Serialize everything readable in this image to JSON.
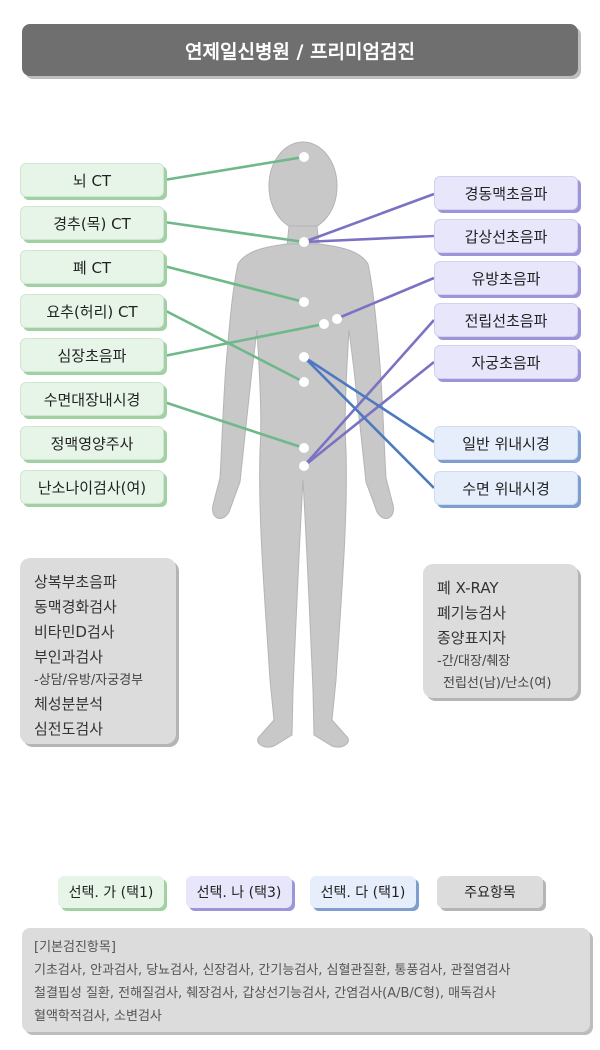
{
  "title": "연제일신병원 / 프리미엄검진",
  "choice_a": [
    "뇌 CT",
    "경추(목) CT",
    "폐 CT",
    "요추(허리) CT",
    "심장초음파",
    "수면대장내시경",
    "정맥영양주사",
    "난소나이검사(여)"
  ],
  "choice_b": [
    "경동맥초음파",
    "갑상선초음파",
    "유방초음파",
    "전립선초음파",
    "자궁초음파"
  ],
  "choice_c": [
    "일반 위내시경",
    "수면 위내시경"
  ],
  "main_items_left": {
    "lines": [
      "상복부초음파",
      "동맥경화검사",
      "비타민D검사",
      "부인과검사"
    ],
    "sub": "-상담/유방/자궁경부",
    "lines2": [
      "체성분분석",
      "심전도검사"
    ]
  },
  "main_items_right": {
    "lines": [
      "폐 X-RAY",
      "폐기능검사",
      "종양표지자"
    ],
    "sub1": "-간/대장/췌장",
    "sub2": "전립선(남)/난소(여)"
  },
  "legend": {
    "a": "선택. 가 (택1)",
    "b": "선택. 나 (택3)",
    "c": "선택. 다 (택1)",
    "main": "주요항목"
  },
  "basic": {
    "heading": "[기본검진항목]",
    "lines": [
      "기초검사, 안과검사, 당뇨검사, 신장검사, 간기능검사, 심혈관질환, 통풍검사, 관절염검사",
      "철결핍성 질환, 전해질검사, 췌장검사, 갑상선기능검사, 간염검사(A/B/C형), 매독검사",
      "혈액학적검사, 소변검사"
    ]
  },
  "colors": {
    "green_line": "#6fb88a",
    "purple_line": "#7a73c4",
    "blue_line": "#4d79c2",
    "body": "#c8c8c8"
  }
}
